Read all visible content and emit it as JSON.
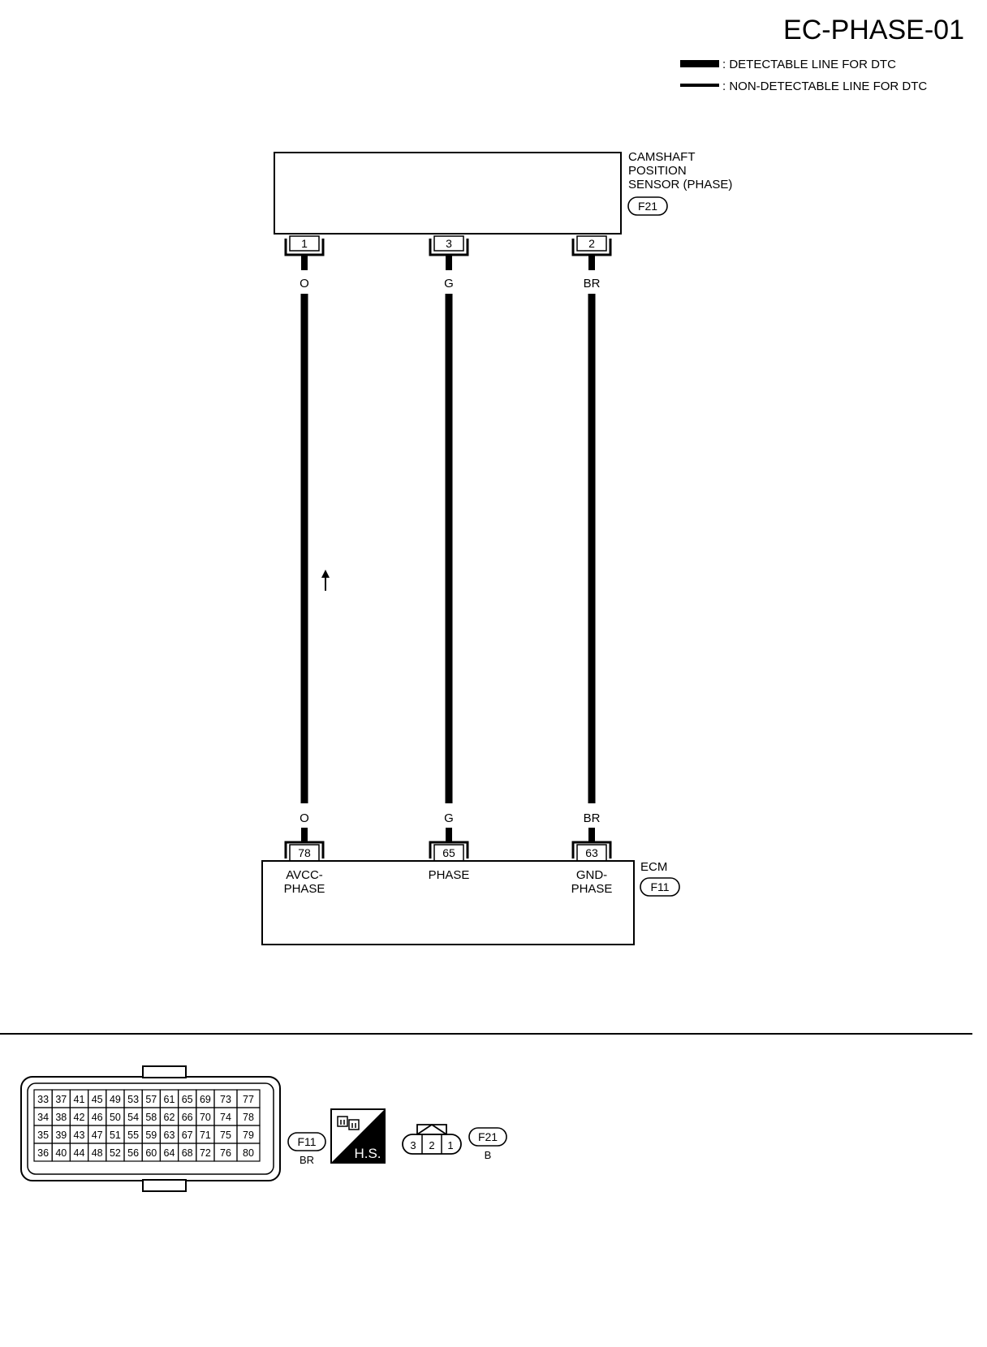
{
  "title": "EC-PHASE-01",
  "legend": {
    "detectable": ": DETECTABLE LINE FOR DTC",
    "non_detectable": ": NON-DETECTABLE LINE FOR DTC"
  },
  "sensor": {
    "name_line1": "CAMSHAFT",
    "name_line2": "POSITION",
    "name_line3": "SENSOR (PHASE)",
    "connector": "F21",
    "pins": [
      "1",
      "3",
      "2"
    ]
  },
  "wires": [
    {
      "color": "O",
      "sensor_pin": "1",
      "ecm_pin": "78",
      "ecm_label_line1": "AVCC-",
      "ecm_label_line2": "PHASE"
    },
    {
      "color": "G",
      "sensor_pin": "3",
      "ecm_pin": "65",
      "ecm_label_line1": "PHASE",
      "ecm_label_line2": ""
    },
    {
      "color": "BR",
      "sensor_pin": "2",
      "ecm_pin": "63",
      "ecm_label_line1": "GND-",
      "ecm_label_line2": "PHASE"
    }
  ],
  "ecm": {
    "name": "ECM",
    "connector": "F11"
  },
  "connector_views": {
    "ecm_grid": [
      [
        "33",
        "37",
        "41",
        "45",
        "49",
        "53",
        "57",
        "61",
        "65",
        "69",
        "73",
        "77"
      ],
      [
        "34",
        "38",
        "42",
        "46",
        "50",
        "54",
        "58",
        "62",
        "66",
        "70",
        "74",
        "78"
      ],
      [
        "35",
        "39",
        "43",
        "47",
        "51",
        "55",
        "59",
        "63",
        "67",
        "71",
        "75",
        "79"
      ],
      [
        "36",
        "40",
        "44",
        "48",
        "52",
        "56",
        "60",
        "64",
        "68",
        "72",
        "76",
        "80"
      ]
    ],
    "ecm_id": "F11",
    "ecm_color": "BR",
    "hs_label": "H.S.",
    "sensor_pins": [
      "3",
      "2",
      "1"
    ],
    "sensor_id": "F21",
    "sensor_color": "B"
  }
}
